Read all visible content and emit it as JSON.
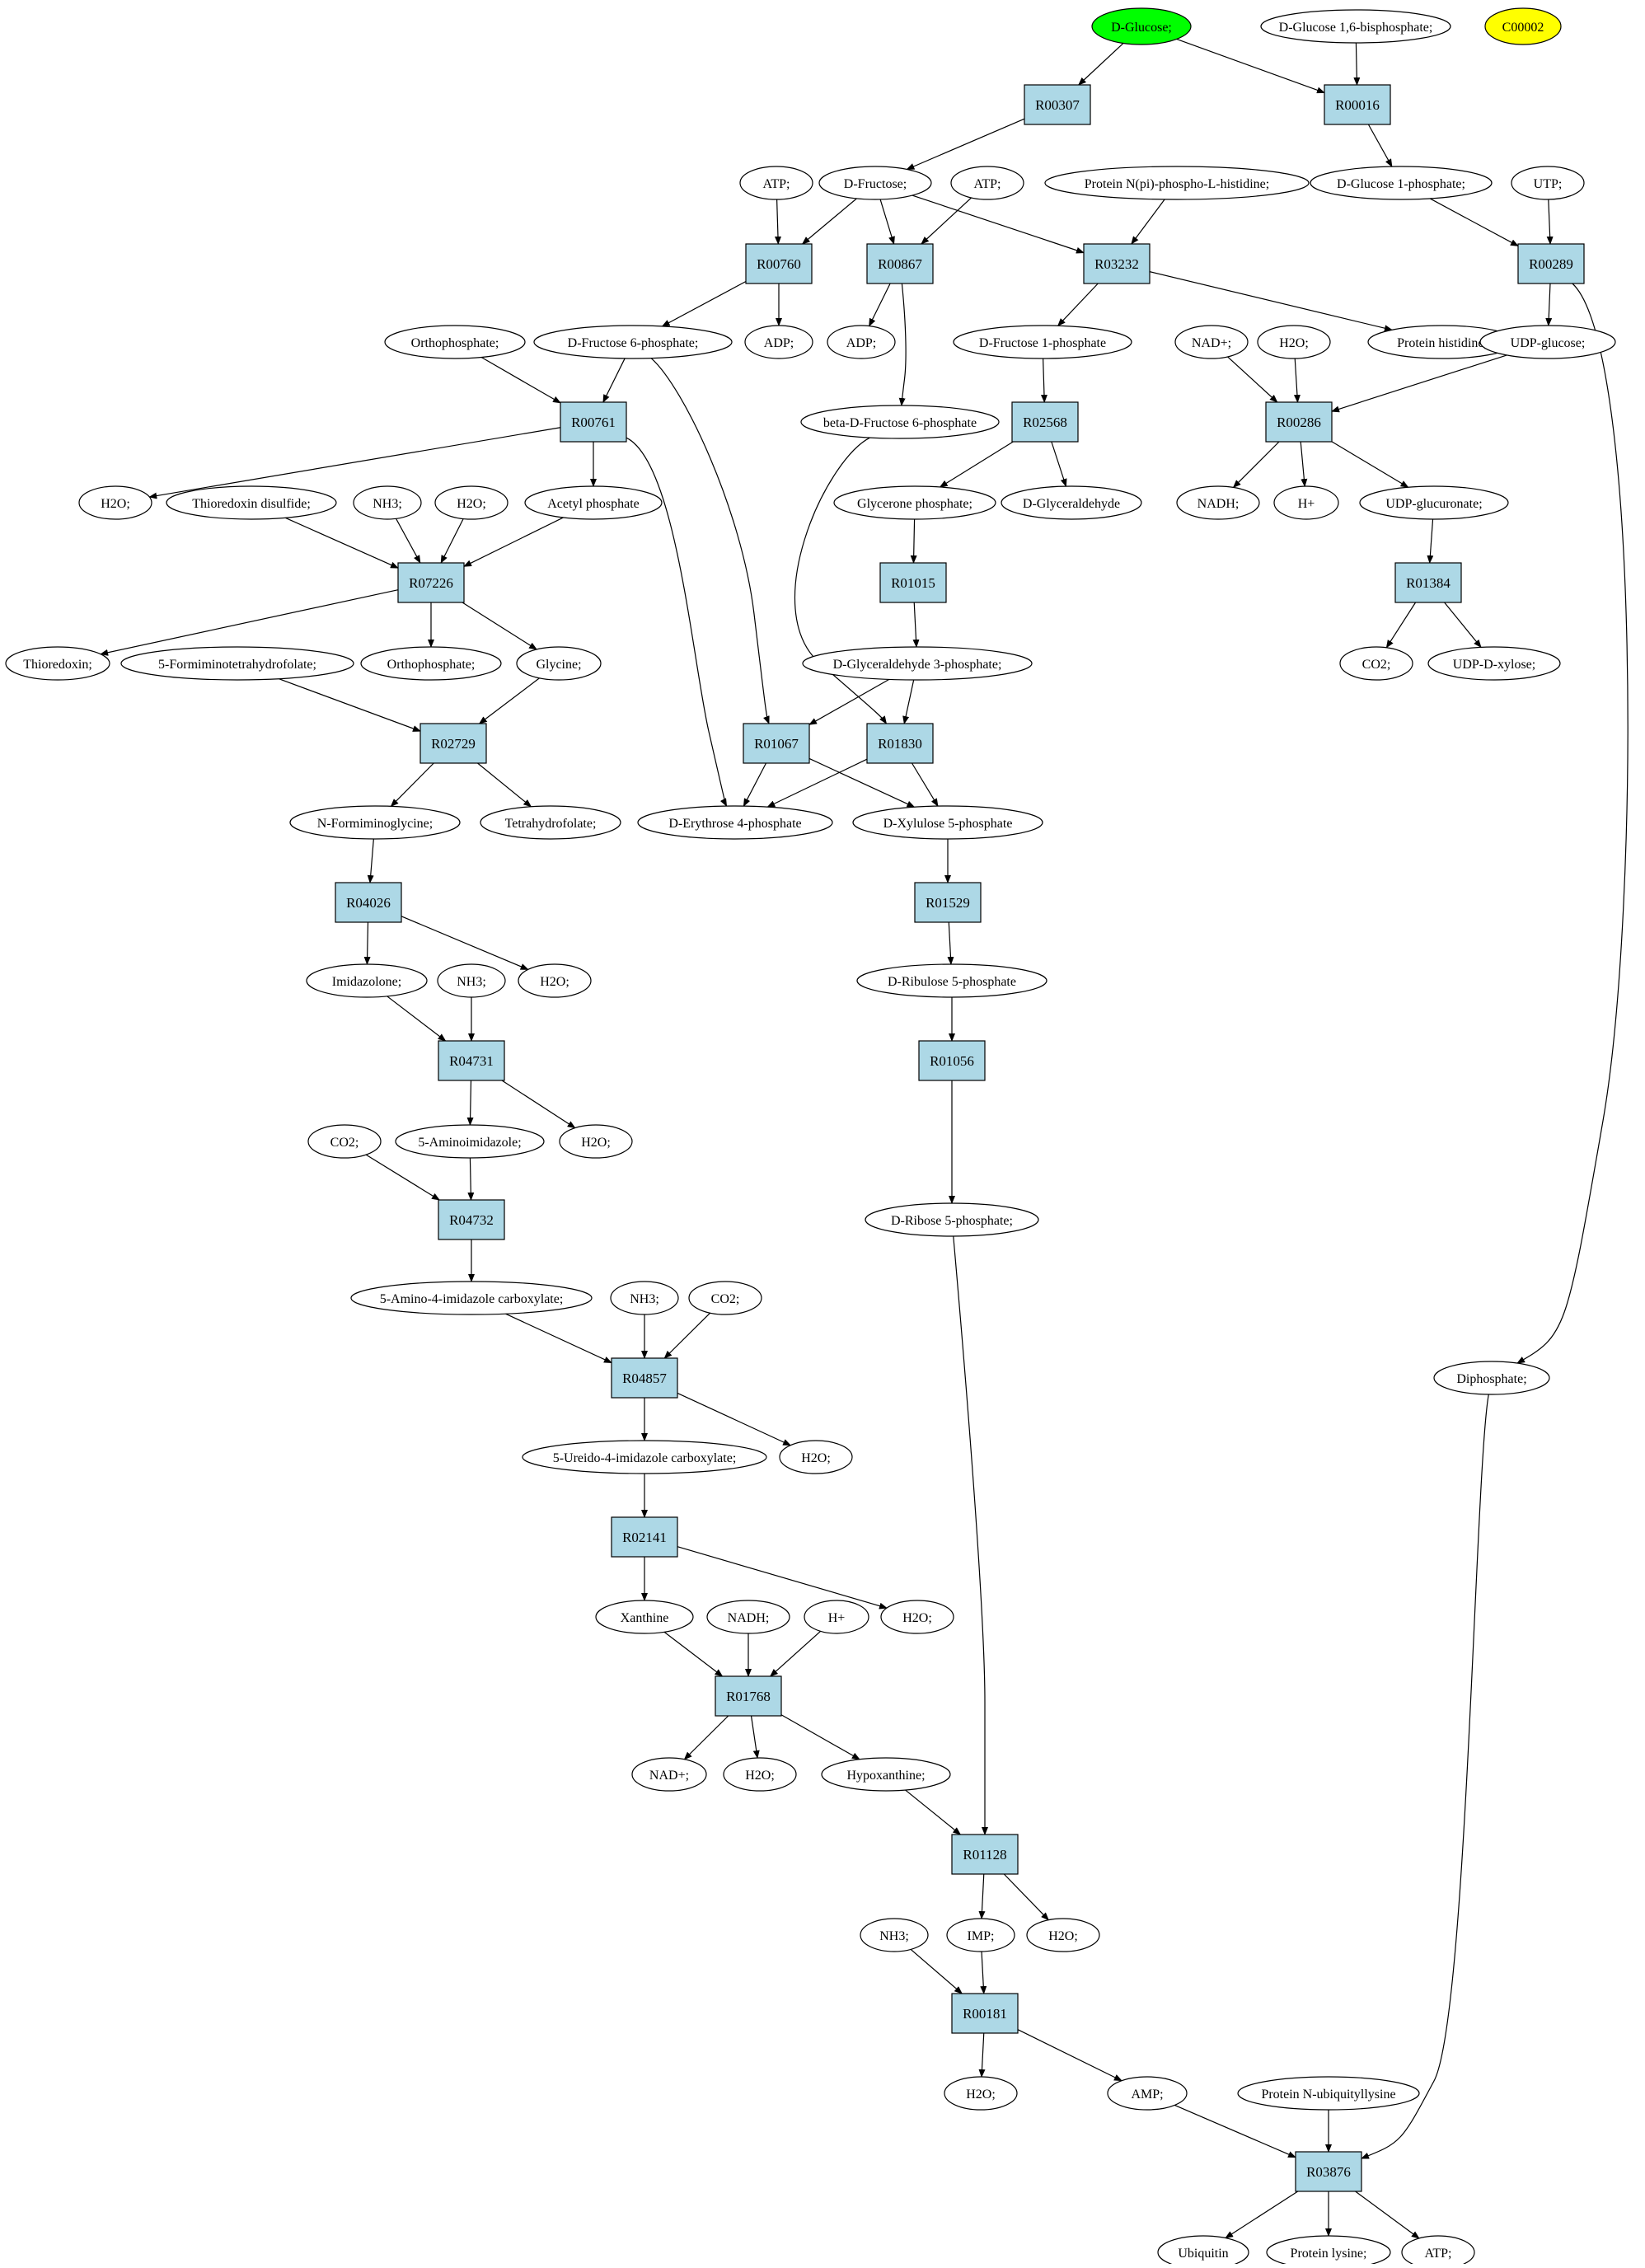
{
  "colors": {
    "background": "#ffffff",
    "stroke": "#000000",
    "reaction_fill": "#add8e6",
    "start_fill": "#00ff00",
    "highlight_fill": "#ffff00",
    "compound_fill": "#ffffff"
  },
  "nodes": [
    {
      "id": "glucose",
      "label": "D-Glucose;",
      "kind": "compound",
      "fill": "start"
    },
    {
      "id": "glc16bp",
      "label": "D-Glucose 1,6-bisphosphate;",
      "kind": "compound"
    },
    {
      "id": "c00002",
      "label": "C00002",
      "kind": "compound",
      "fill": "highlight"
    },
    {
      "id": "R00307",
      "label": "R00307",
      "kind": "reaction"
    },
    {
      "id": "R00016",
      "label": "R00016",
      "kind": "reaction"
    },
    {
      "id": "atp1",
      "label": "ATP;",
      "kind": "compound"
    },
    {
      "id": "fructose",
      "label": "D-Fructose;",
      "kind": "compound"
    },
    {
      "id": "atp2",
      "label": "ATP;",
      "kind": "compound"
    },
    {
      "id": "protnpi",
      "label": "Protein N(pi)-phospho-L-histidine;",
      "kind": "compound"
    },
    {
      "id": "glc1p",
      "label": "D-Glucose 1-phosphate;",
      "kind": "compound"
    },
    {
      "id": "utp",
      "label": "UTP;",
      "kind": "compound"
    },
    {
      "id": "R00760",
      "label": "R00760",
      "kind": "reaction"
    },
    {
      "id": "R00867",
      "label": "R00867",
      "kind": "reaction"
    },
    {
      "id": "R03232",
      "label": "R03232",
      "kind": "reaction"
    },
    {
      "id": "R00289",
      "label": "R00289",
      "kind": "reaction"
    },
    {
      "id": "orthophos1",
      "label": "Orthophosphate;",
      "kind": "compound"
    },
    {
      "id": "f6p",
      "label": "D-Fructose 6-phosphate;",
      "kind": "compound"
    },
    {
      "id": "adp1",
      "label": "ADP;",
      "kind": "compound"
    },
    {
      "id": "adp2",
      "label": "ADP;",
      "kind": "compound"
    },
    {
      "id": "f1p",
      "label": "D-Fructose 1-phosphate",
      "kind": "compound"
    },
    {
      "id": "nadplus1",
      "label": "NAD+;",
      "kind": "compound"
    },
    {
      "id": "h2o_a",
      "label": "H2O;",
      "kind": "compound"
    },
    {
      "id": "prothis",
      "label": "Protein histidine;",
      "kind": "compound"
    },
    {
      "id": "udpglc",
      "label": "UDP-glucose;",
      "kind": "compound"
    },
    {
      "id": "R00761",
      "label": "R00761",
      "kind": "reaction"
    },
    {
      "id": "bf6p",
      "label": "beta-D-Fructose 6-phosphate",
      "kind": "compound"
    },
    {
      "id": "R02568",
      "label": "R02568",
      "kind": "reaction"
    },
    {
      "id": "R00286",
      "label": "R00286",
      "kind": "reaction"
    },
    {
      "id": "h2o_b",
      "label": "H2O;",
      "kind": "compound"
    },
    {
      "id": "trxss",
      "label": "Thioredoxin disulfide;",
      "kind": "compound"
    },
    {
      "id": "nh3_a",
      "label": "NH3;",
      "kind": "compound"
    },
    {
      "id": "h2o_c",
      "label": "H2O;",
      "kind": "compound"
    },
    {
      "id": "acetylp",
      "label": "Acetyl phosphate",
      "kind": "compound"
    },
    {
      "id": "dhap",
      "label": "Glycerone phosphate;",
      "kind": "compound"
    },
    {
      "id": "glyald",
      "label": "D-Glyceraldehyde",
      "kind": "compound"
    },
    {
      "id": "nadh1",
      "label": "NADH;",
      "kind": "compound"
    },
    {
      "id": "hplus1",
      "label": "H+",
      "kind": "compound"
    },
    {
      "id": "udpglcua",
      "label": "UDP-glucuronate;",
      "kind": "compound"
    },
    {
      "id": "R07226",
      "label": "R07226",
      "kind": "reaction"
    },
    {
      "id": "R01015",
      "label": "R01015",
      "kind": "reaction"
    },
    {
      "id": "R01384",
      "label": "R01384",
      "kind": "reaction"
    },
    {
      "id": "trx",
      "label": "Thioredoxin;",
      "kind": "compound"
    },
    {
      "id": "fthf",
      "label": "5-Formiminotetrahydrofolate;",
      "kind": "compound"
    },
    {
      "id": "orthophos2",
      "label": "Orthophosphate;",
      "kind": "compound"
    },
    {
      "id": "glycine",
      "label": "Glycine;",
      "kind": "compound"
    },
    {
      "id": "g3p",
      "label": "D-Glyceraldehyde 3-phosphate;",
      "kind": "compound"
    },
    {
      "id": "co2_a",
      "label": "CO2;",
      "kind": "compound"
    },
    {
      "id": "udpxyl",
      "label": "UDP-D-xylose;",
      "kind": "compound"
    },
    {
      "id": "R02729",
      "label": "R02729",
      "kind": "reaction"
    },
    {
      "id": "R01067",
      "label": "R01067",
      "kind": "reaction"
    },
    {
      "id": "R01830",
      "label": "R01830",
      "kind": "reaction"
    },
    {
      "id": "nformgly",
      "label": "N-Formiminoglycine;",
      "kind": "compound"
    },
    {
      "id": "thf",
      "label": "Tetrahydrofolate;",
      "kind": "compound"
    },
    {
      "id": "e4p",
      "label": "D-Erythrose 4-phosphate",
      "kind": "compound"
    },
    {
      "id": "x5p",
      "label": "D-Xylulose 5-phosphate",
      "kind": "compound"
    },
    {
      "id": "R04026",
      "label": "R04026",
      "kind": "reaction"
    },
    {
      "id": "R01529",
      "label": "R01529",
      "kind": "reaction"
    },
    {
      "id": "imidazolone",
      "label": "Imidazolone;",
      "kind": "compound"
    },
    {
      "id": "nh3_b",
      "label": "NH3;",
      "kind": "compound"
    },
    {
      "id": "h2o_d",
      "label": "H2O;",
      "kind": "compound"
    },
    {
      "id": "ru5p",
      "label": "D-Ribulose 5-phosphate",
      "kind": "compound"
    },
    {
      "id": "R04731",
      "label": "R04731",
      "kind": "reaction"
    },
    {
      "id": "R01056",
      "label": "R01056",
      "kind": "reaction"
    },
    {
      "id": "co2_b",
      "label": "CO2;",
      "kind": "compound"
    },
    {
      "id": "aminoimid",
      "label": "5-Aminoimidazole;",
      "kind": "compound"
    },
    {
      "id": "h2o_e",
      "label": "H2O;",
      "kind": "compound"
    },
    {
      "id": "R04732",
      "label": "R04732",
      "kind": "reaction"
    },
    {
      "id": "r5p",
      "label": "D-Ribose 5-phosphate;",
      "kind": "compound"
    },
    {
      "id": "aica",
      "label": "5-Amino-4-imidazole carboxylate;",
      "kind": "compound"
    },
    {
      "id": "nh3_c",
      "label": "NH3;",
      "kind": "compound"
    },
    {
      "id": "co2_c",
      "label": "CO2;",
      "kind": "compound"
    },
    {
      "id": "R04857",
      "label": "R04857",
      "kind": "reaction"
    },
    {
      "id": "diphos",
      "label": "Diphosphate;",
      "kind": "compound"
    },
    {
      "id": "ureido",
      "label": "5-Ureido-4-imidazole carboxylate;",
      "kind": "compound"
    },
    {
      "id": "h2o_f",
      "label": "H2O;",
      "kind": "compound"
    },
    {
      "id": "R02141",
      "label": "R02141",
      "kind": "reaction"
    },
    {
      "id": "xanthine",
      "label": "Xanthine",
      "kind": "compound"
    },
    {
      "id": "nadh2",
      "label": "NADH;",
      "kind": "compound"
    },
    {
      "id": "hplus2",
      "label": "H+",
      "kind": "compound"
    },
    {
      "id": "h2o_g",
      "label": "H2O;",
      "kind": "compound"
    },
    {
      "id": "R01768",
      "label": "R01768",
      "kind": "reaction"
    },
    {
      "id": "nadplus2",
      "label": "NAD+;",
      "kind": "compound"
    },
    {
      "id": "h2o_h",
      "label": "H2O;",
      "kind": "compound"
    },
    {
      "id": "hypox",
      "label": "Hypoxanthine;",
      "kind": "compound"
    },
    {
      "id": "R01128",
      "label": "R01128",
      "kind": "reaction"
    },
    {
      "id": "nh3_d",
      "label": "NH3;",
      "kind": "compound"
    },
    {
      "id": "imp",
      "label": "IMP;",
      "kind": "compound"
    },
    {
      "id": "h2o_i",
      "label": "H2O;",
      "kind": "compound"
    },
    {
      "id": "R00181",
      "label": "R00181",
      "kind": "reaction"
    },
    {
      "id": "h2o_j",
      "label": "H2O;",
      "kind": "compound"
    },
    {
      "id": "amp",
      "label": "AMP;",
      "kind": "compound"
    },
    {
      "id": "protubi",
      "label": "Protein N-ubiquityllysine",
      "kind": "compound"
    },
    {
      "id": "R03876",
      "label": "R03876",
      "kind": "reaction"
    },
    {
      "id": "ubiquitin",
      "label": "Ubiquitin",
      "kind": "compound"
    },
    {
      "id": "protlys",
      "label": "Protein lysine;",
      "kind": "compound"
    },
    {
      "id": "atp3",
      "label": "ATP;",
      "kind": "compound"
    }
  ],
  "edges": [
    [
      "glucose",
      "R00307"
    ],
    [
      "glucose",
      "R00016"
    ],
    [
      "glc16bp",
      "R00016"
    ],
    [
      "R00307",
      "fructose"
    ],
    [
      "R00016",
      "glc1p"
    ],
    [
      "atp1",
      "R00760"
    ],
    [
      "fructose",
      "R00760"
    ],
    [
      "fructose",
      "R00867"
    ],
    [
      "atp2",
      "R00867"
    ],
    [
      "fructose",
      "R03232"
    ],
    [
      "protnpi",
      "R03232"
    ],
    [
      "glc1p",
      "R00289"
    ],
    [
      "utp",
      "R00289"
    ],
    [
      "R00760",
      "f6p"
    ],
    [
      "R00760",
      "adp1"
    ],
    [
      "R00867",
      "adp2"
    ],
    [
      "R00867",
      "bf6p"
    ],
    [
      "R03232",
      "f1p"
    ],
    [
      "R03232",
      "prothis"
    ],
    [
      "R00289",
      "udpglc"
    ],
    [
      "R00289",
      "diphos"
    ],
    [
      "orthophos1",
      "R00761"
    ],
    [
      "f6p",
      "R00761"
    ],
    [
      "f6p",
      "R01067"
    ],
    [
      "f1p",
      "R02568"
    ],
    [
      "nadplus1",
      "R00286"
    ],
    [
      "h2o_a",
      "R00286"
    ],
    [
      "udpglc",
      "R00286"
    ],
    [
      "R00761",
      "h2o_b"
    ],
    [
      "R00761",
      "acetylp"
    ],
    [
      "R00761",
      "e4p"
    ],
    [
      "bf6p",
      "R01830"
    ],
    [
      "R02568",
      "dhap"
    ],
    [
      "R02568",
      "glyald"
    ],
    [
      "R00286",
      "nadh1"
    ],
    [
      "R00286",
      "hplus1"
    ],
    [
      "R00286",
      "udpglcua"
    ],
    [
      "trxss",
      "R07226"
    ],
    [
      "nh3_a",
      "R07226"
    ],
    [
      "h2o_c",
      "R07226"
    ],
    [
      "acetylp",
      "R07226"
    ],
    [
      "dhap",
      "R01015"
    ],
    [
      "udpglcua",
      "R01384"
    ],
    [
      "R07226",
      "trx"
    ],
    [
      "R07226",
      "orthophos2"
    ],
    [
      "R07226",
      "glycine"
    ],
    [
      "R01015",
      "g3p"
    ],
    [
      "R01384",
      "co2_a"
    ],
    [
      "R01384",
      "udpxyl"
    ],
    [
      "fthf",
      "R02729"
    ],
    [
      "glycine",
      "R02729"
    ],
    [
      "g3p",
      "R01067"
    ],
    [
      "g3p",
      "R01830"
    ],
    [
      "R02729",
      "nformgly"
    ],
    [
      "R02729",
      "thf"
    ],
    [
      "R01067",
      "e4p"
    ],
    [
      "R01067",
      "x5p"
    ],
    [
      "R01830",
      "e4p"
    ],
    [
      "R01830",
      "x5p"
    ],
    [
      "nformgly",
      "R04026"
    ],
    [
      "x5p",
      "R01529"
    ],
    [
      "R04026",
      "imidazolone"
    ],
    [
      "R04026",
      "h2o_d"
    ],
    [
      "R01529",
      "ru5p"
    ],
    [
      "imidazolone",
      "R04731"
    ],
    [
      "nh3_b",
      "R04731"
    ],
    [
      "ru5p",
      "R01056"
    ],
    [
      "R04731",
      "aminoimid"
    ],
    [
      "R04731",
      "h2o_e"
    ],
    [
      "R01056",
      "r5p"
    ],
    [
      "co2_b",
      "R04732"
    ],
    [
      "aminoimid",
      "R04732"
    ],
    [
      "R04732",
      "aica"
    ],
    [
      "aica",
      "R04857"
    ],
    [
      "nh3_c",
      "R04857"
    ],
    [
      "co2_c",
      "R04857"
    ],
    [
      "R04857",
      "ureido"
    ],
    [
      "R04857",
      "h2o_f"
    ],
    [
      "ureido",
      "R02141"
    ],
    [
      "R02141",
      "xanthine"
    ],
    [
      "R02141",
      "h2o_g"
    ],
    [
      "xanthine",
      "R01768"
    ],
    [
      "nadh2",
      "R01768"
    ],
    [
      "hplus2",
      "R01768"
    ],
    [
      "R01768",
      "nadplus2"
    ],
    [
      "R01768",
      "h2o_h"
    ],
    [
      "R01768",
      "hypox"
    ],
    [
      "hypox",
      "R01128"
    ],
    [
      "r5p",
      "R01128"
    ],
    [
      "R01128",
      "imp"
    ],
    [
      "R01128",
      "h2o_i"
    ],
    [
      "nh3_d",
      "R00181"
    ],
    [
      "imp",
      "R00181"
    ],
    [
      "R00181",
      "h2o_j"
    ],
    [
      "R00181",
      "amp"
    ],
    [
      "amp",
      "R03876"
    ],
    [
      "protubi",
      "R03876"
    ],
    [
      "diphos",
      "R03876"
    ],
    [
      "R03876",
      "ubiquitin"
    ],
    [
      "R03876",
      "protlys"
    ],
    [
      "R03876",
      "atp3"
    ]
  ]
}
